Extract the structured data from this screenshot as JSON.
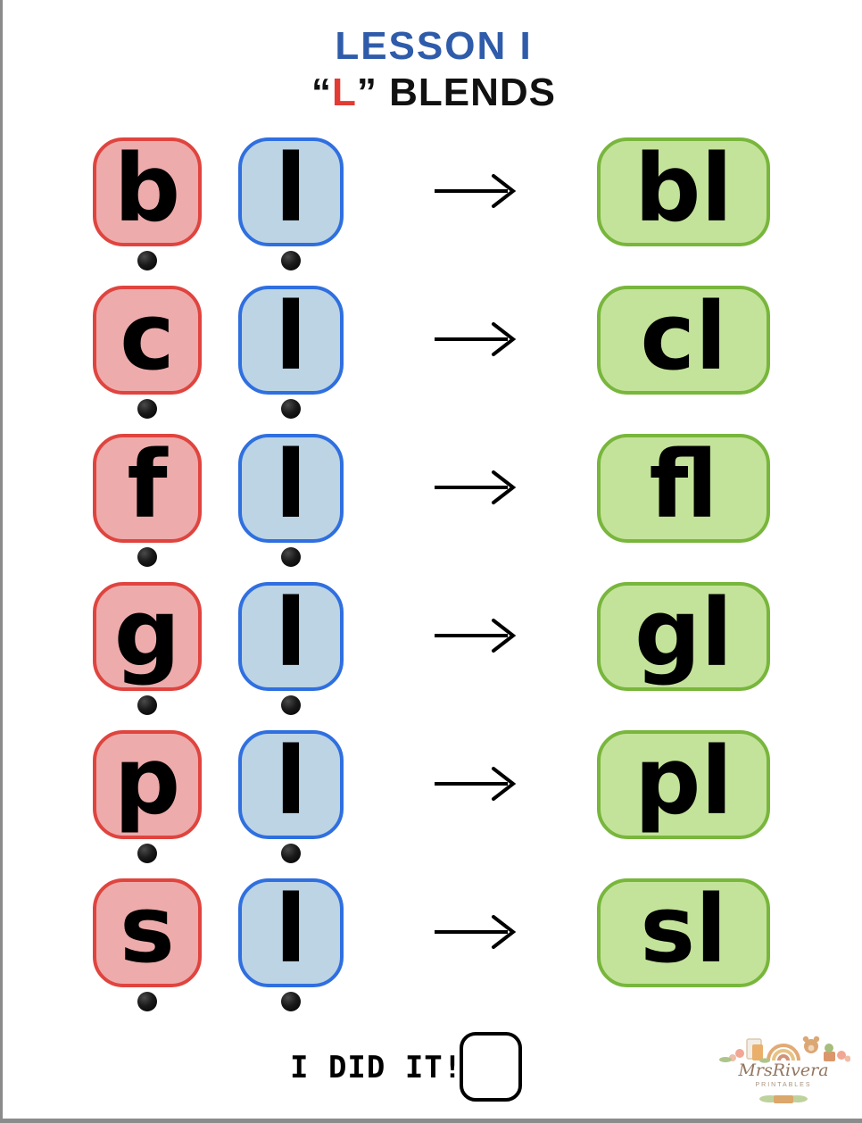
{
  "page": {
    "title_line_1": "LESSON I",
    "title_line_2_prefix": "“",
    "title_line_2_highlight": "L",
    "title_line_2_suffix": "” BLENDS",
    "title_color_blue": "#2f5caa",
    "title_color_red": "#e23b33",
    "background": "#ffffff"
  },
  "colors": {
    "tile_a_fill": "#eeabab",
    "tile_a_border": "#e0443f",
    "tile_b_fill": "#bcd4e4",
    "tile_b_border": "#2f6fe0",
    "tile_c_fill": "#c3e39a",
    "tile_c_border": "#78b63c",
    "dot": "#000000",
    "arrow": "#000000"
  },
  "rows": [
    {
      "first": "b",
      "second": "l",
      "result": "bl"
    },
    {
      "first": "c",
      "second": "l",
      "result": "cl"
    },
    {
      "first": "f",
      "second": "l",
      "result": "fl"
    },
    {
      "first": "g",
      "second": "l",
      "result": "gl"
    },
    {
      "first": "p",
      "second": "l",
      "result": "pl"
    },
    {
      "first": "s",
      "second": "l",
      "result": "sl"
    }
  ],
  "footer": {
    "did_it_label": "I DID IT!",
    "checkbox_checked": false,
    "watermark_script": "MrsRivera",
    "watermark_sub": "PRINTABLES"
  }
}
